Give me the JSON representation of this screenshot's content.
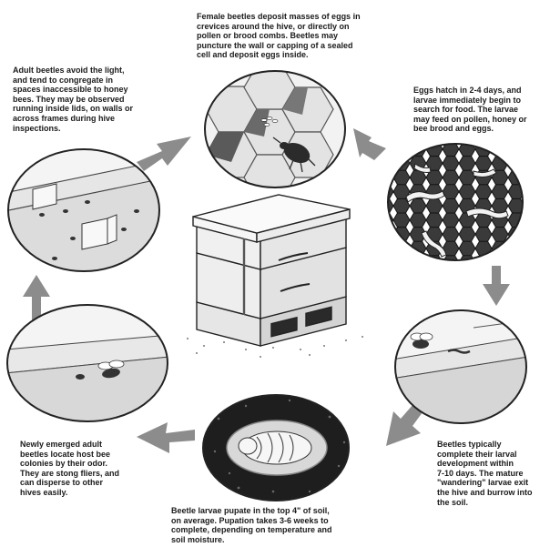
{
  "captions": {
    "eggs_laid": [
      "Female beetles deposit masses of eggs in",
      "crevices around the hive, or directly on",
      "pollen or brood combs.  Beetles may",
      "puncture the wall or capping of a sealed",
      "cell and deposit eggs inside."
    ],
    "adults_hide": [
      "Adult beetles avoid the light,",
      "and tend to congregate in",
      "spaces inaccessible to honey",
      "bees.  They may be observed",
      "running inside lids, on walls or",
      "across frames during hive",
      "inspections."
    ],
    "eggs_hatch": [
      "Eggs hatch in 2-4 days, and",
      "larvae immediately begin to",
      "search for food.  The larvae",
      "may feed on pollen, honey or",
      "bee brood and eggs."
    ],
    "larval_development": [
      "Beetles typically",
      "complete their larval",
      "development within",
      "7-10 days.  The mature",
      "\"wandering\" larvae exit",
      "the hive and burrow into",
      "the soil."
    ],
    "new_adults": [
      "Newly emerged adult",
      "beetles locate host bee",
      "colonies by their odor.",
      "They are stong fliers, and",
      "can disperse to other",
      "hives easily."
    ],
    "pupation": [
      "Beetle larvae pupate in the top 4\" of soil,",
      "on average.  Pupation takes 3-6 weeks to",
      "complete, depending on temperature and",
      "soil moisture."
    ]
  },
  "colors": {
    "arrow": "#8c8c8c",
    "outline": "#222222",
    "soil": "#1e1e1e",
    "comb_dark": "#3a3a3a",
    "wood": "#ececec"
  }
}
